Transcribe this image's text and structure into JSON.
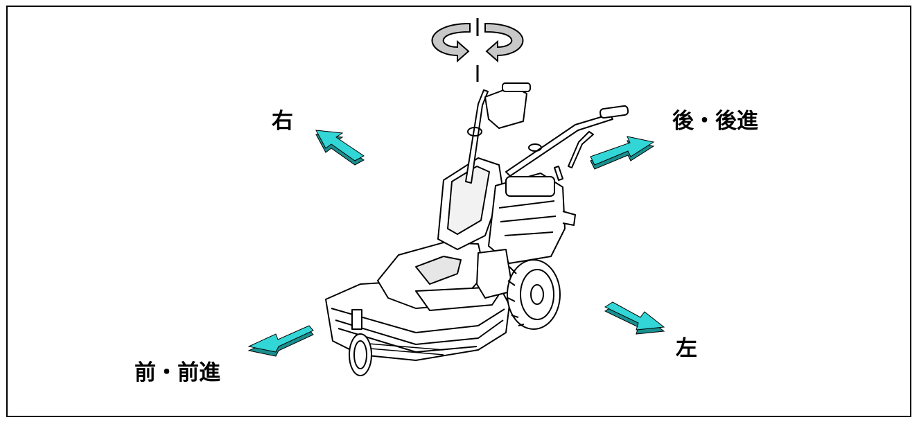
{
  "labels": {
    "right": "右",
    "rear": "後・後進",
    "left": "左",
    "front": "前・前進"
  },
  "colors": {
    "arrow_fill": "#33d6d6",
    "arrow_side": "#1a8f8f",
    "line": "#000000",
    "rotation_fill": "#c8c8c8"
  },
  "icons": {
    "rotation": "rotation-arrows-icon",
    "machine": "walk-behind-mower-illustration"
  }
}
